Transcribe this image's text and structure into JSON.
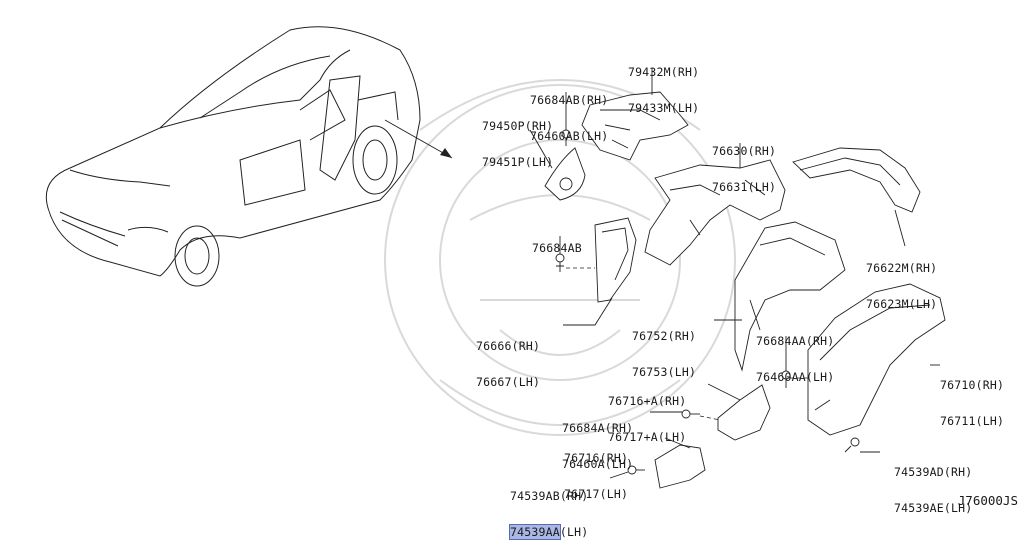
{
  "diagram_code": "J76000JS",
  "callouts": {
    "c79432": {
      "rh": "79432M(RH)",
      "lh": "79433M(LH)"
    },
    "c76684ab": {
      "rh": "76684AB(RH)",
      "lh": "76460AB(LH)"
    },
    "c79450": {
      "rh": "79450P(RH)",
      "lh": "79451P(LH)"
    },
    "c76630": {
      "rh": "76630(RH)",
      "lh": "76631(LH)"
    },
    "c76684b": {
      "rh": "76684AB"
    },
    "c76622": {
      "rh": "76622M(RH)",
      "lh": "76623M(LH)"
    },
    "c76666": {
      "rh": "76666(RH)",
      "lh": "76667(LH)"
    },
    "c76752": {
      "rh": "76752(RH)",
      "lh": "76753(LH)"
    },
    "c76684aa": {
      "rh": "76684AA(RH)",
      "lh": "76460AA(LH)"
    },
    "c76710": {
      "rh": "76710(RH)",
      "lh": "76711(LH)"
    },
    "c76716a": {
      "rh": "76716+A(RH)",
      "lh": "76717+A(LH)"
    },
    "c76684a": {
      "rh": "76684A(RH)",
      "lh": "76460A(LH)"
    },
    "c76716": {
      "rh": "76716(RH)",
      "lh": "76717(LH)"
    },
    "c74539ad": {
      "rh": "74539AD(RH)",
      "lh": "74539AE(LH)"
    },
    "c74539ab": {
      "rh": "74539AB(RH)",
      "lh": "74539AA",
      "lh_suffix": "(LH)"
    }
  },
  "colors": {
    "highlight": "#a9b7e6",
    "line": "#222222"
  }
}
